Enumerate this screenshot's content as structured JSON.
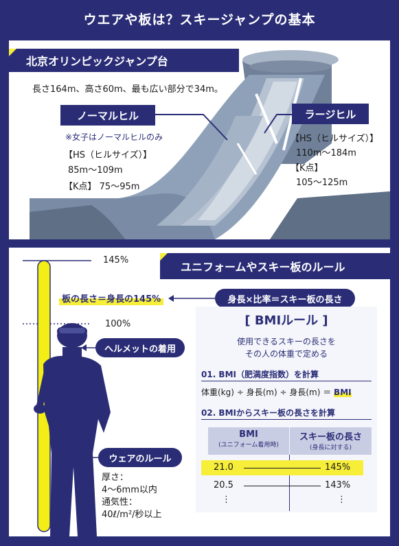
{
  "header": {
    "title": "ウエアや板は？スキージャンプの基本"
  },
  "hill": {
    "title": "北京オリンピックジャンプ台",
    "desc": "長さ164m、高さ60m、最も広い部分で34m。",
    "normal": {
      "label": "ノーマルヒル",
      "note": "※女子はノーマルヒルのみ",
      "hs_label": "【HS（ヒルサイズ）】",
      "hs_value": "85m〜109m",
      "k_line": "【K点】 75〜95m"
    },
    "large": {
      "label": "ラージヒル",
      "hs_label": "【HS（ヒルサイズ）】",
      "hs_value": "110m〜184m",
      "k_label": "【K点】",
      "k_value": "105〜125m"
    }
  },
  "rules": {
    "title": "ユニフォームやスキー板のルール",
    "pct_145": "145%",
    "pct_100": "100%",
    "ski_length_note": "板の長さ＝身長の145%",
    "formula_pill": "身長×比率＝スキー板の長さ",
    "helmet_pill": "ヘルメットの着用",
    "wear_pill": "ウェアのルール",
    "wear_details": [
      "厚さ：",
      "4〜6mm以内",
      "通気性：",
      "40ℓ/m²/秒以上"
    ],
    "bmi": {
      "title": "[ BMIルール ]",
      "desc_1": "使用できるスキーの長さを",
      "desc_2": "その人の体重で定める",
      "step1": "01. BMI（肥満度指数）を計算",
      "formula": "体重(kg) ÷ 身長(m) ÷ 身長(m) ＝ ",
      "formula_result": "BMI",
      "step2": "02. BMIからスキー板の長さを計算",
      "table": {
        "col1_header": "BMI",
        "col1_sub": "(ユニフォーム着用時)",
        "col2_header": "スキー板の長さ",
        "col2_sub": "(身長に対する)",
        "rows": [
          {
            "bmi": "21.0",
            "ratio": "145%"
          },
          {
            "bmi": "20.5",
            "ratio": "143%"
          },
          {
            "bmi": "⋮",
            "ratio": "⋮"
          }
        ]
      }
    }
  },
  "colors": {
    "navy": "#2a2d76",
    "yellow": "#f7ee3a",
    "ski": "#f2ee16",
    "slope": "#8fa1b8"
  }
}
